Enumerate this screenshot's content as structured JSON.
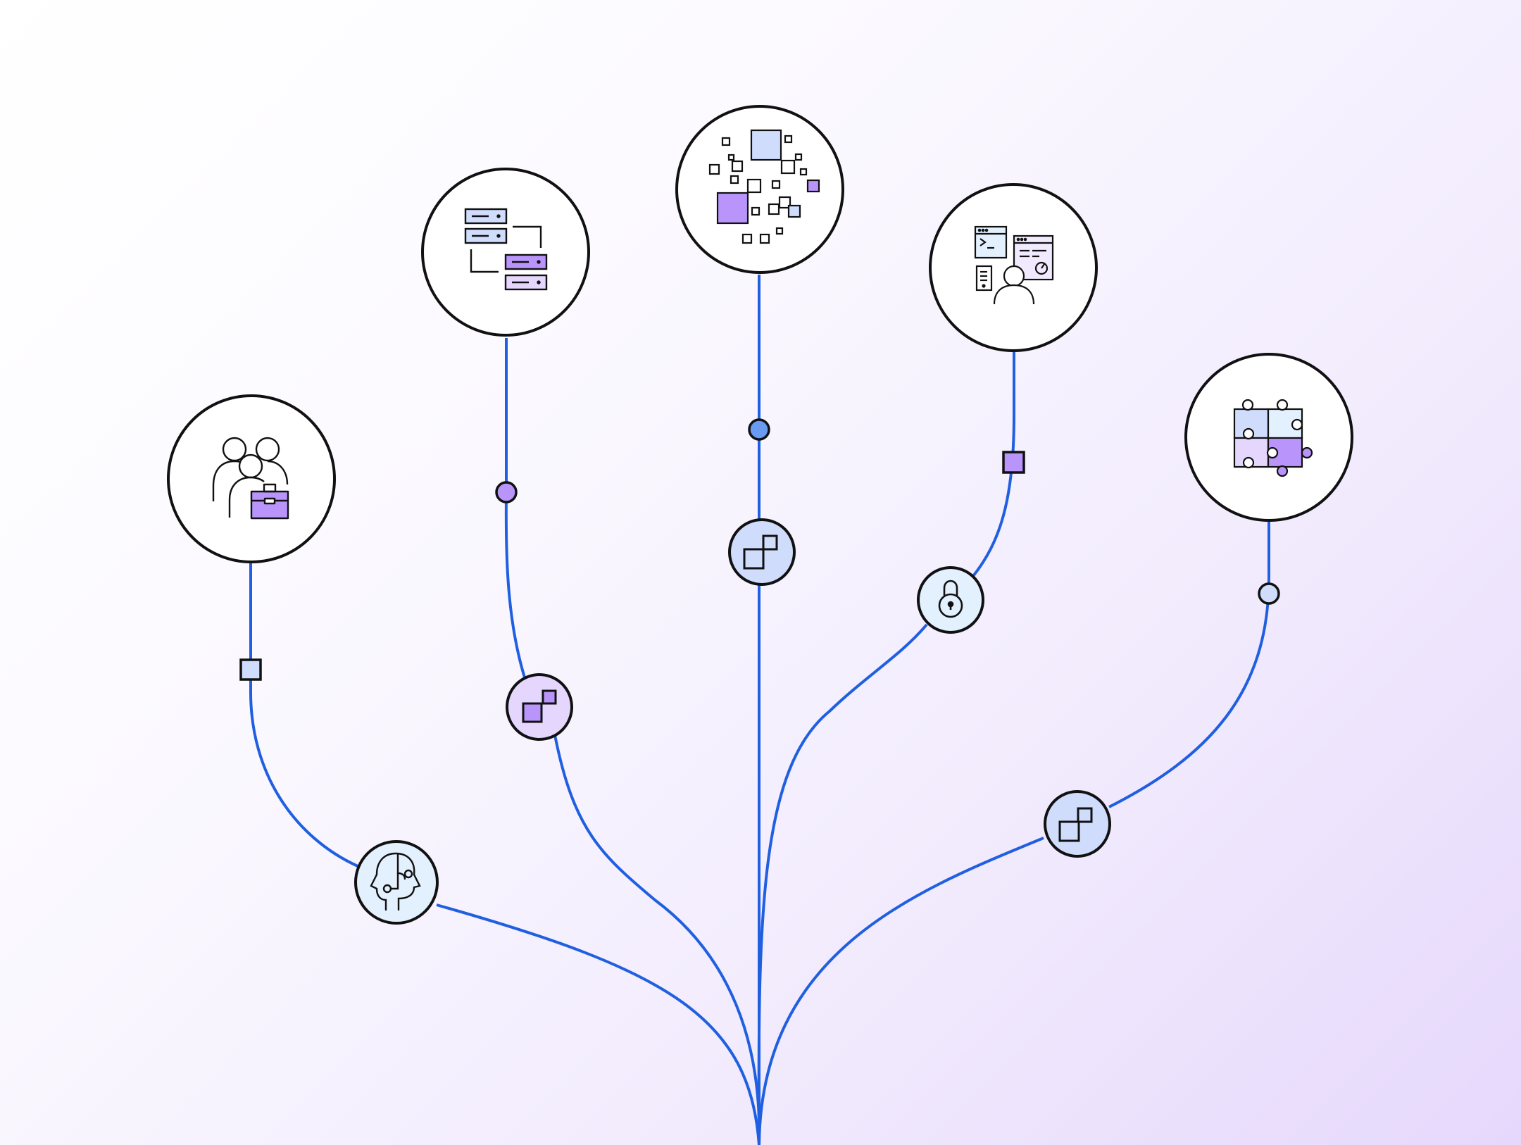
{
  "colors": {
    "line": "#1f5fe0",
    "stroke": "#111111",
    "node_fill": "#ffffff",
    "blue_light": "#cfdcfb",
    "blue_mid": "#6a9bf2",
    "purple": "#b995fb",
    "purple_light": "#e4d6fd",
    "ice": "#e3f0fd"
  },
  "nodes": [
    {
      "id": "team",
      "icon": "team-briefcase-icon"
    },
    {
      "id": "servers",
      "icon": "server-network-icon"
    },
    {
      "id": "data",
      "icon": "data-squares-icon"
    },
    {
      "id": "developer",
      "icon": "developer-dashboard-icon"
    },
    {
      "id": "integration",
      "icon": "puzzle-pieces-icon"
    }
  ],
  "connectors": [
    {
      "id": "brain",
      "icon": "brain-gears-icon"
    },
    {
      "id": "link-purple",
      "icon": "link-squares-icon"
    },
    {
      "id": "link-center",
      "icon": "link-squares-icon"
    },
    {
      "id": "lock",
      "icon": "padlock-icon"
    },
    {
      "id": "link-right",
      "icon": "link-squares-icon"
    }
  ],
  "markers": [
    {
      "id": "team",
      "shape": "square",
      "color": "#cfdcfb"
    },
    {
      "id": "servers",
      "shape": "circle",
      "color": "#b995fb"
    },
    {
      "id": "data",
      "shape": "circle",
      "color": "#6a9bf2"
    },
    {
      "id": "developer",
      "shape": "square",
      "color": "#b995fb"
    },
    {
      "id": "integration",
      "shape": "circle",
      "color": "#cfdcfb"
    }
  ]
}
